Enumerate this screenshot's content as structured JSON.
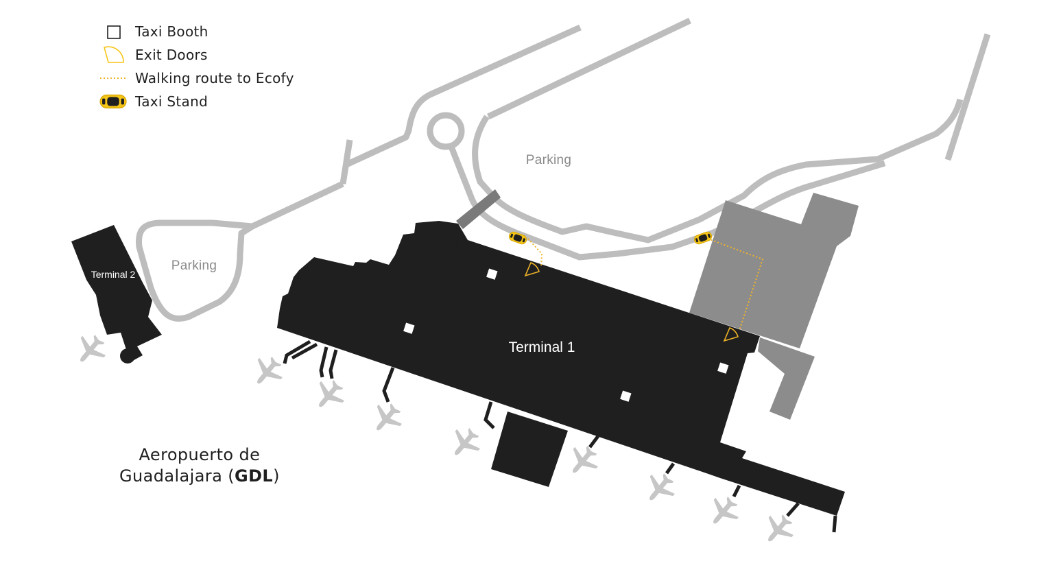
{
  "legend": [
    {
      "label": "Taxi Booth",
      "icon": "square-outline-icon"
    },
    {
      "label": "Exit Doors",
      "icon": "door-quarter-icon"
    },
    {
      "label": "Walking route to Ecofy",
      "icon": "dotted-line-icon"
    },
    {
      "label": "Taxi Stand",
      "icon": "taxi-car-icon"
    }
  ],
  "labels": {
    "parking_north": "Parking",
    "parking_west": "Parking",
    "terminal_1": "Terminal 1",
    "terminal_2": "Terminal 2"
  },
  "title": {
    "line1": "Aeropuerto de",
    "line2_prefix": "Guadalajara (",
    "code": "GDL",
    "line2_suffix": ")"
  },
  "colors": {
    "terminal": "#1f1f1f",
    "road": "#bdbdbd",
    "parking_building": "#8c8c8c",
    "dark_gray": "#7a7a7a",
    "accent_yellow": "#f5c518",
    "route": "#f0b429",
    "airplane": "#c4c4c4"
  }
}
